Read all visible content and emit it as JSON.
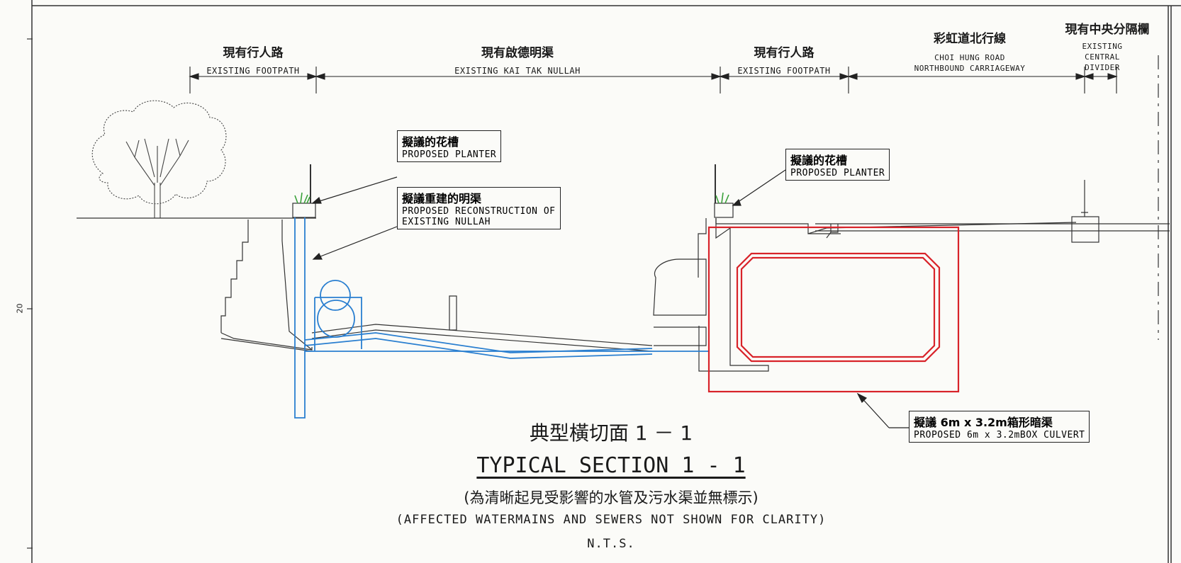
{
  "dimensions": {
    "footpath_left": {
      "zh": "現有行人路",
      "en": "EXISTING FOOTPATH"
    },
    "nullah": {
      "zh": "現有啟德明渠",
      "en": "EXISTING KAI TAK NULLAH"
    },
    "footpath_right": {
      "zh": "現有行人路",
      "en": "EXISTING FOOTPATH"
    },
    "carriageway": {
      "zh": "彩虹道北行線",
      "en1": "CHOI HUNG ROAD",
      "en2": "NORTHBOUND CARRIAGEWAY"
    },
    "divider": {
      "zh": "現有中央分隔欄",
      "en1": "EXISTING",
      "en2": "CENTRAL",
      "en3": "DIVIDER"
    }
  },
  "callouts": {
    "planter_left": {
      "zh": "擬議的花槽",
      "en": "PROPOSED PLANTER"
    },
    "reconstruction": {
      "zh": "擬議重建的明渠",
      "en1": "PROPOSED RECONSTRUCTION OF",
      "en2": "EXISTING NULLAH"
    },
    "planter_right": {
      "zh": "擬議的花槽",
      "en": "PROPOSED PLANTER"
    },
    "box_culvert": {
      "zh": "擬議 6m x 3.2m箱形暗渠",
      "en": "PROPOSED 6m x 3.2mBOX CULVERT"
    }
  },
  "title": {
    "zh": "典型橫切面 1 － 1",
    "en": "TYPICAL SECTION 1 - 1",
    "note_zh": "(為清晰起見受影響的水管及污水渠並無標示)",
    "note_en": "(AFFECTED WATERMAINS AND SEWERS NOT SHOWN FOR CLARITY)",
    "scale": "N.T.S."
  },
  "ruler": {
    "tick_label": "20"
  },
  "colors": {
    "ink": "#1a1a1a",
    "proposed_nullah": "#2a7fd0",
    "box_culvert": "#d8232a",
    "planting": "#3aa13a"
  }
}
